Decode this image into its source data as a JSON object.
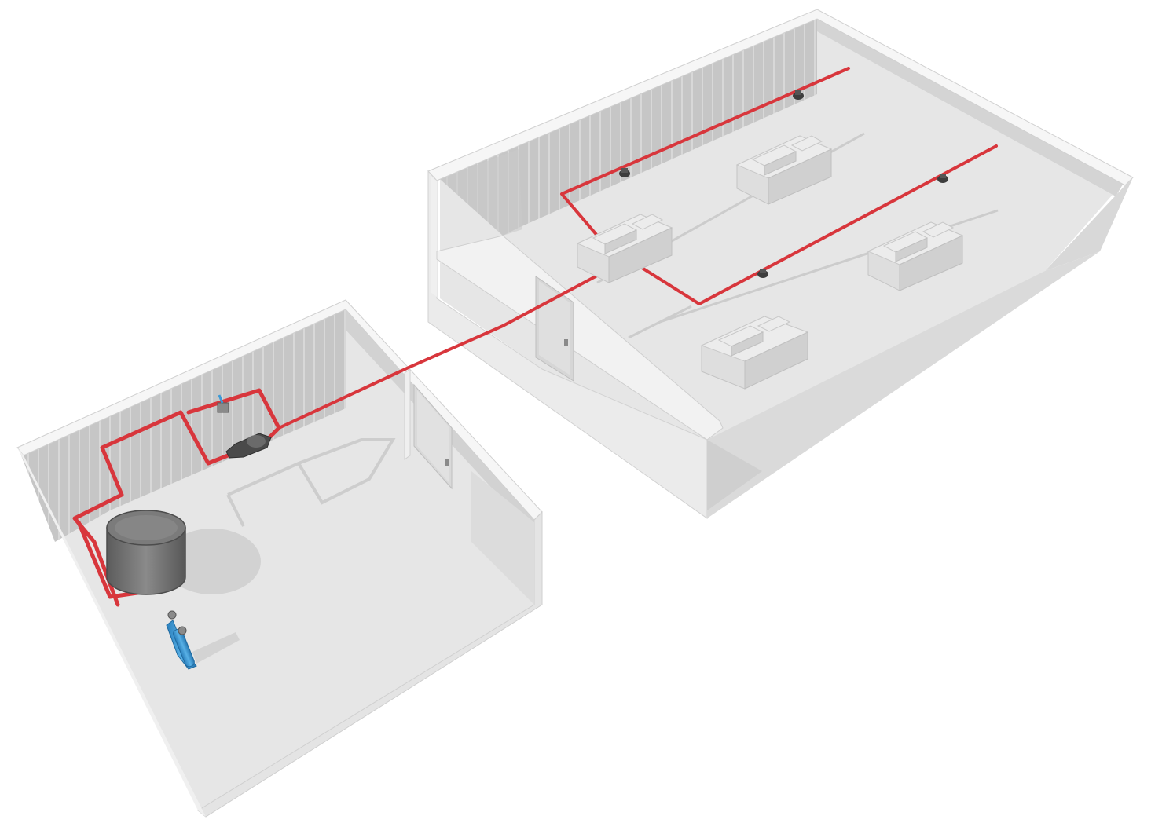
{
  "scene": {
    "type": "isometric-compressed-air-installation",
    "colors": {
      "background": "#ffffff",
      "floor": "#e6e6e6",
      "wall_inner": "#c4c4c4",
      "wall_top": "#f4f4f4",
      "wall_side": "#d9d9d9",
      "pipe": "#d8363c",
      "tank": "#6f6f6f",
      "cylinder": "#3d9ad6",
      "machine": "#dedede",
      "shadow": "#cfcfcf"
    },
    "rooms": [
      {
        "id": "compressor-room",
        "contains": [
          "air-receiver-tank",
          "gas-cylinder",
          "inline-filter",
          "valve",
          "door"
        ]
      },
      {
        "id": "production-hall",
        "contains": [
          "cnc-machine",
          "cnc-machine",
          "cnc-machine",
          "cnc-machine",
          "drop-point",
          "drop-point",
          "drop-point",
          "drop-point",
          "door"
        ]
      }
    ],
    "icons": [
      "air-receiver-tank-icon",
      "gas-cylinder-icon",
      "inline-filter-icon",
      "valve-icon",
      "door-icon",
      "cnc-machine-icon",
      "drop-point-icon"
    ]
  }
}
